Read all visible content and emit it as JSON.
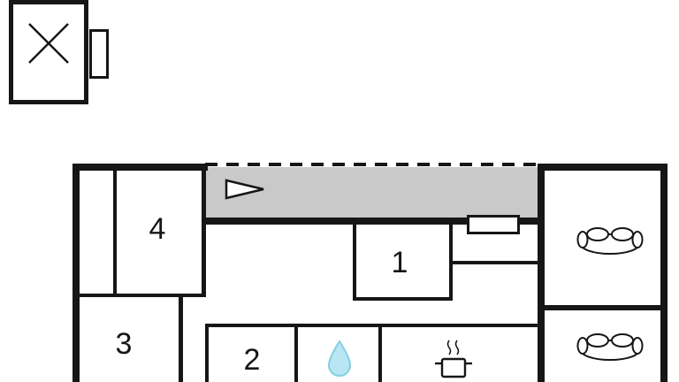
{
  "plan": {
    "title": "floor-plan",
    "rooms": [
      {
        "id": "room-4",
        "label": "4"
      },
      {
        "id": "room-3",
        "label": "3"
      },
      {
        "id": "room-1",
        "label": "1"
      },
      {
        "id": "room-2",
        "label": "2"
      }
    ],
    "icons": [
      "cross-window-icon",
      "door-icon",
      "entrance-arrow-icon",
      "window-icon",
      "sofa-icon-top",
      "sofa-icon-bottom",
      "water-drop-icon",
      "stove-icon"
    ],
    "colors": {
      "wall": "#161616",
      "terrace_fill": "#c9c9c9",
      "window_fill": "#ffffff",
      "drop_fill": "#b8e7f3",
      "drop_stroke": "#85cfe2"
    }
  }
}
